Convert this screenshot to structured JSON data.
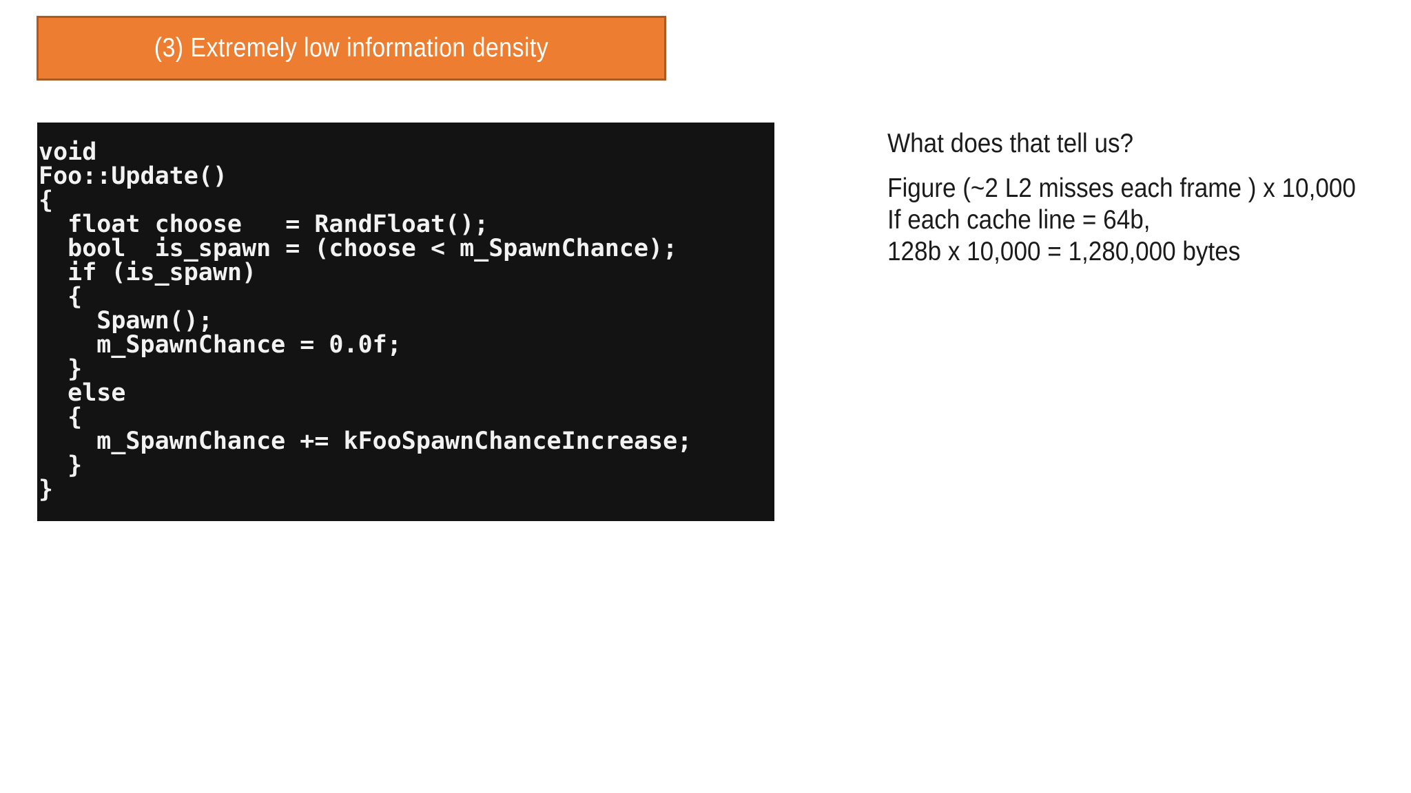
{
  "slide": {
    "banner": {
      "label": "(3) Extremely low information density",
      "fill_color": "#ED7D31",
      "border_color": "#AC5A21",
      "text_color": "#FFFFFF"
    },
    "code_block": {
      "background_color": "#131313",
      "text_color": "#F2F2F2",
      "lines": [
        "void",
        "Foo::Update()",
        "{",
        "  float choose   = RandFloat();",
        "  bool  is_spawn = (choose < m_SpawnChance);",
        "  if (is_spawn)",
        "  {",
        "    Spawn();",
        "    m_SpawnChance = 0.0f;",
        "  }",
        "  else",
        "  {",
        "    m_SpawnChance += kFooSpawnChanceIncrease;",
        "  }",
        "}"
      ]
    },
    "notes": {
      "heading": "What does that tell us?",
      "lines": [
        "Figure (~2 L2 misses each frame ) x 10,000",
        "If each cache line = 64b,",
        "128b x 10,000 = 1,280,000 bytes"
      ],
      "text_color": "#1B1B1B"
    }
  }
}
